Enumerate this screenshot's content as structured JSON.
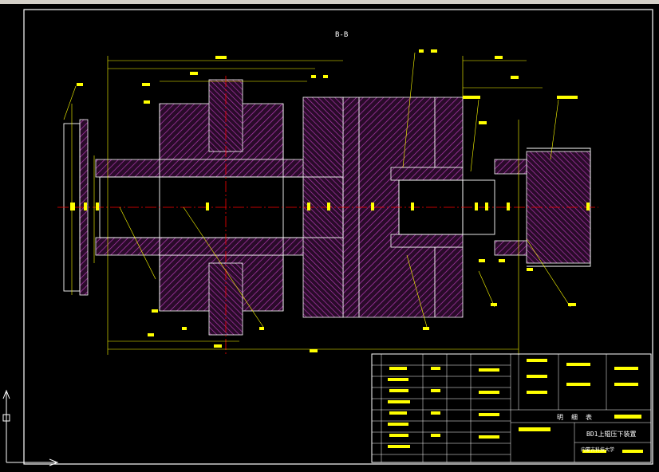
{
  "drawing": {
    "section_label": "B-B",
    "title_block": {
      "name": "BD1上辊压下装置",
      "school": "内蒙古科技大学",
      "row_labels": [
        "明",
        "细",
        "表"
      ]
    }
  },
  "colors": {
    "background": "#000000",
    "line": "#ffffff",
    "dimension": "#ffff00",
    "hatch": "#b43cb4",
    "centerline": "#ff0000",
    "frame": "#ffffff"
  },
  "icons": {
    "ucs": "ucs-axis-icon"
  }
}
